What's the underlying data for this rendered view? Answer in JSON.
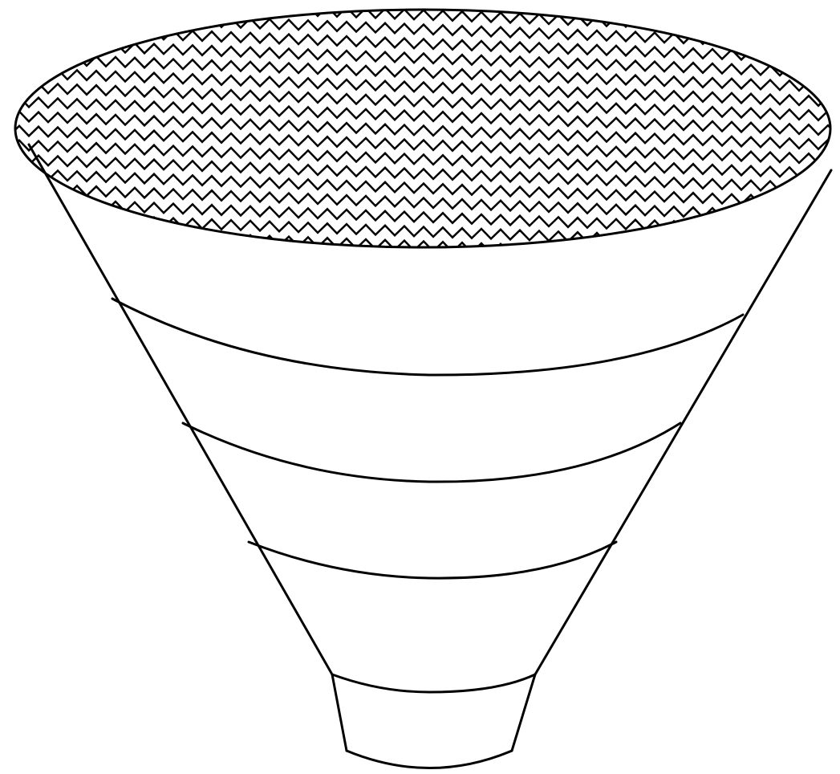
{
  "diagram": {
    "type": "funnel",
    "segments": [
      {
        "id": "segment-1"
      },
      {
        "id": "segment-2"
      },
      {
        "id": "segment-3"
      },
      {
        "id": "segment-4"
      },
      {
        "id": "segment-5"
      }
    ],
    "top_fill": "zigzag-pattern",
    "colors": {
      "stroke": "#000000",
      "fill": "#ffffff"
    }
  }
}
